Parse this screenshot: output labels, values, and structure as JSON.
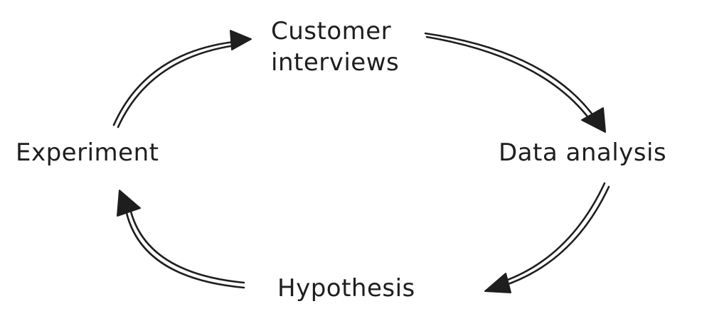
{
  "diagram": {
    "type": "cycle",
    "ink_color": "#1e1e1e",
    "background_color": "#ffffff",
    "nodes": [
      {
        "id": "interviews",
        "lines": [
          "Customer",
          "interviews"
        ]
      },
      {
        "id": "analysis",
        "label": "Data analysis"
      },
      {
        "id": "hypothesis",
        "label": "Hypothesis"
      },
      {
        "id": "experiment",
        "label": "Experiment"
      }
    ],
    "edges": [
      {
        "from": "interviews",
        "to": "analysis"
      },
      {
        "from": "analysis",
        "to": "hypothesis"
      },
      {
        "from": "hypothesis",
        "to": "experiment"
      },
      {
        "from": "experiment",
        "to": "interviews"
      }
    ]
  }
}
